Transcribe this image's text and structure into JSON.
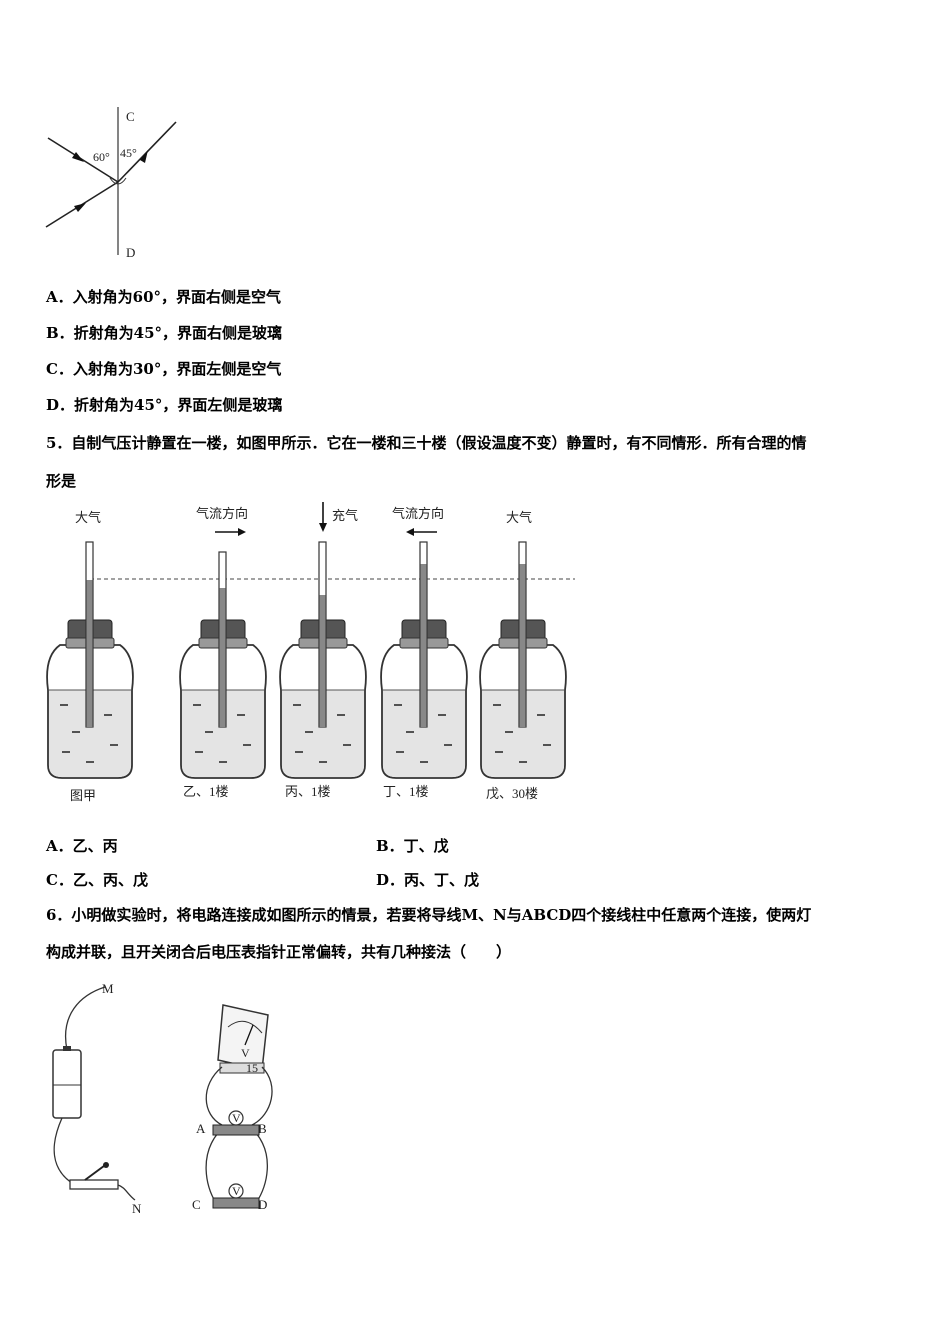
{
  "fig_refraction": {
    "label_c": "C",
    "label_d": "D",
    "angle_left": "60°",
    "angle_right": "45°"
  },
  "q4_options": [
    "A．入射角为60°，界面右侧是空气",
    "B．折射角为45°，界面右侧是玻璃",
    "C．入射角为30°，界面左侧是空气",
    "D．折射角为45°，界面左侧是玻璃"
  ],
  "q5": {
    "line1": "5．自制气压计静置在一楼，如图甲所示．它在一楼和三十楼（假设温度不变）静置时，有不同情形．所有合理的情",
    "line2": "形是",
    "top_labels": [
      "大气",
      "气流方向",
      "充气",
      "气流方向",
      "大气"
    ],
    "bottle_labels": [
      "图甲",
      "乙、1楼",
      "丙、1楼",
      "丁、1楼",
      "戊、30楼"
    ],
    "options": {
      "a": "A．乙、丙",
      "b": "B．丁、戊",
      "c": "C．乙、丙、戊",
      "d": "D．丙、丁、戊"
    }
  },
  "q6": {
    "line1": "6．小明做实验时，将电路连接成如图所示的情景，若要将导线M、N与ABCD四个接线柱中任意两个连接，使两灯",
    "line2": "构成并联，且开关闭合后电压表指针正常偏转，共有几种接法（　　）",
    "labels": {
      "m": "M",
      "n": "N",
      "a": "A",
      "b": "B",
      "c": "C",
      "d": "D",
      "v": "V",
      "v2": "V",
      "v3": "V",
      "dial": "15"
    }
  }
}
